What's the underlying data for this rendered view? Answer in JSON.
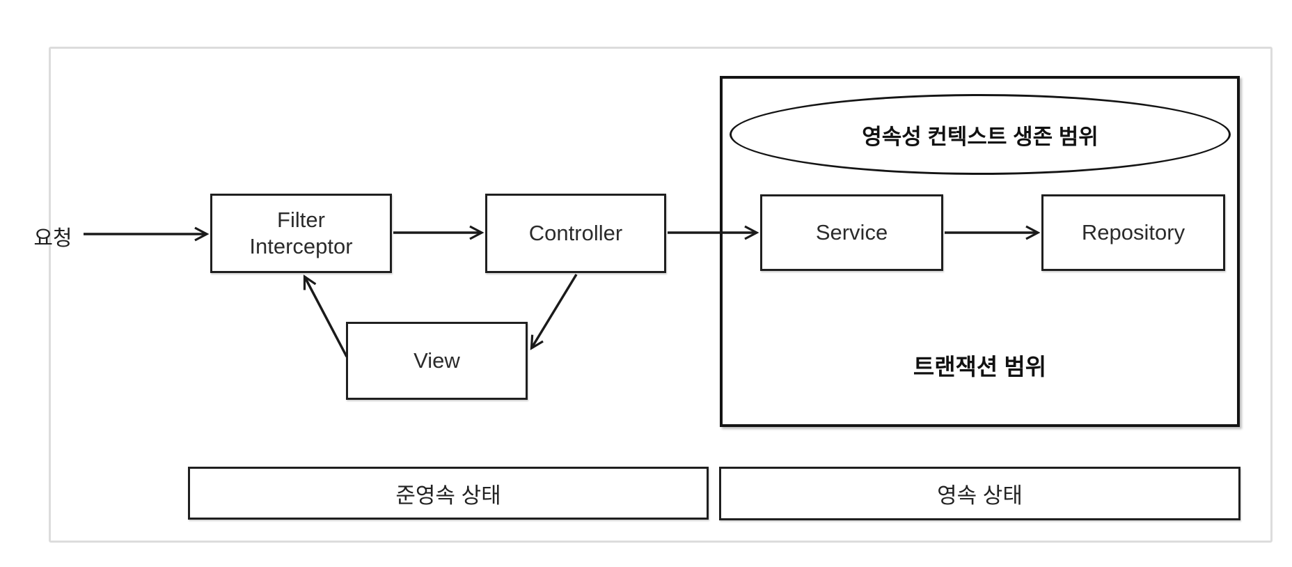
{
  "diagram": {
    "request_label": "요청",
    "nodes": {
      "filter": {
        "line1": "Filter",
        "line2": "Interceptor"
      },
      "controller": "Controller",
      "view": "View",
      "service": "Service",
      "repository": "Repository"
    },
    "persistence_context_label": "영속성 컨텍스트 생존 범위",
    "transaction_label": "트랜잭션 범위",
    "states": {
      "detached": "준영속 상태",
      "persistent": "영속 상태"
    },
    "colors": {
      "box_border": "#1f1f1f",
      "transaction_border": "#141414",
      "outer_frame_border": "#dcdcdc",
      "arrow": "#1a1a1a",
      "background": "#ffffff"
    }
  }
}
